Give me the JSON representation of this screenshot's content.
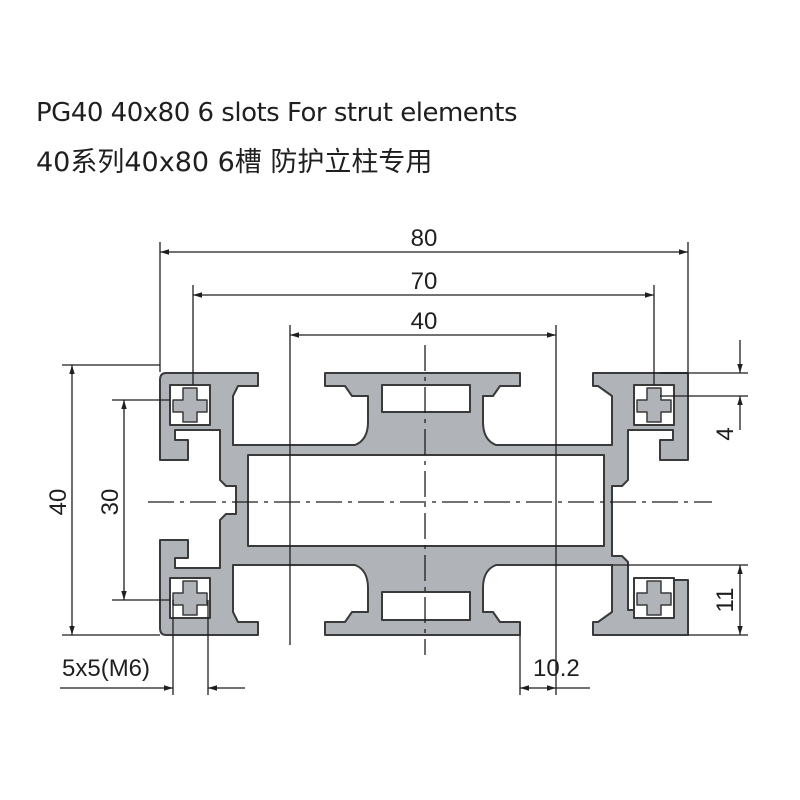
{
  "title": {
    "line1": "PG40 40x80 6 slots For strut elements",
    "line2": "40系列40x80 6槽  防护立柱专用"
  },
  "dimensions": {
    "overall_width": "80",
    "slot_span": "70",
    "center_width": "40",
    "height": "40",
    "height_inner": "30",
    "slot_width": "4",
    "slot_depth": "11",
    "center_hole": "5x5(M6)",
    "wall_offset": "10.2"
  },
  "colors": {
    "profile_fill": "#b0b4b8",
    "profile_stroke": "#3a3a3a",
    "line": "#1f1f1f"
  }
}
